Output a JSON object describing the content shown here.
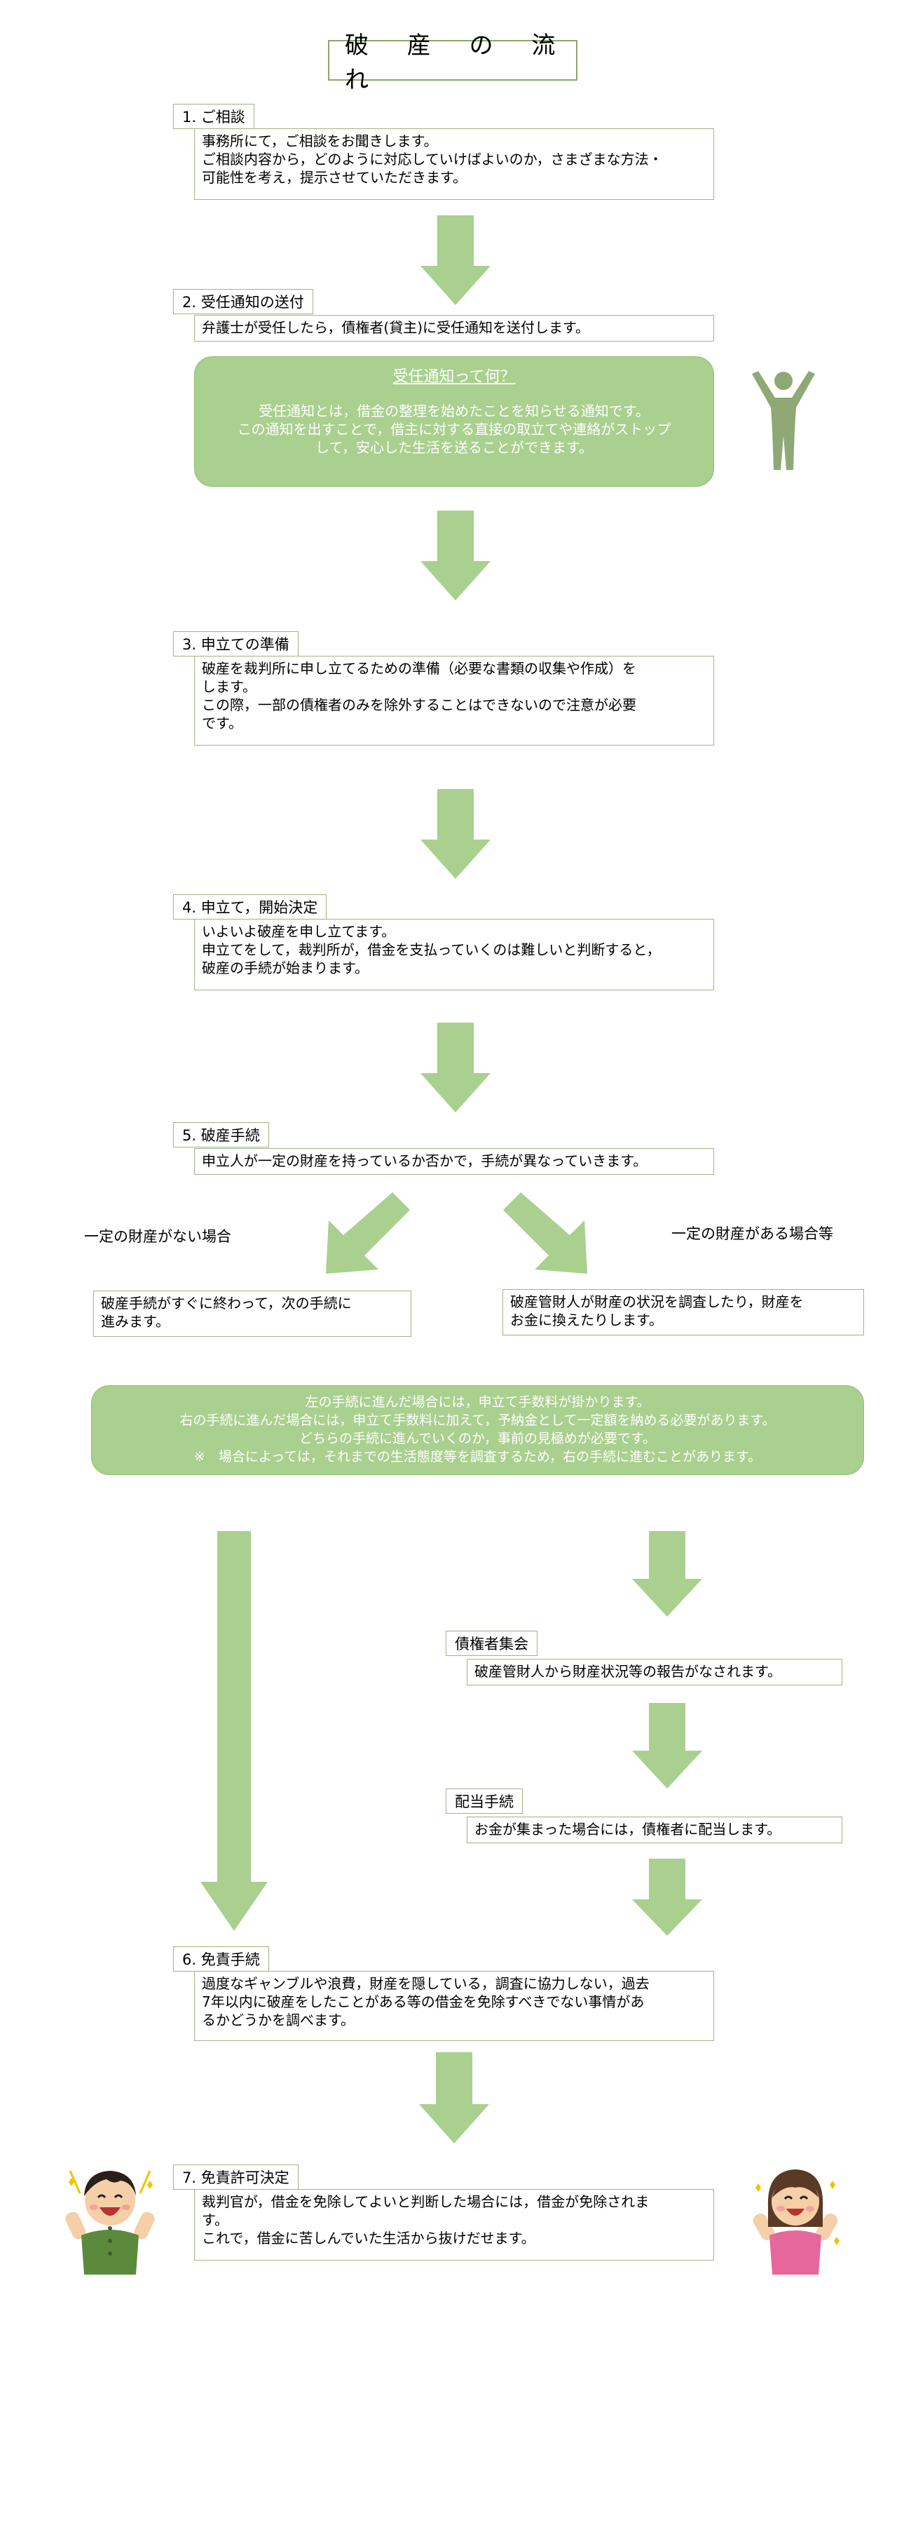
{
  "title": "破 産 の 流 れ",
  "steps": [
    {
      "label": "1. ご相談",
      "lines": [
        "事務所にて，ご相談をお聞きします。",
        "ご相談内容から，どのように対応していけばよいのか，さまざまな方法・",
        "可能性を考え，提示させていただきます。"
      ]
    },
    {
      "label": "2. 受任通知の送付",
      "lines": [
        "弁護士が受任したら，債権者(貸主)に受任通知を送付します。"
      ]
    },
    {
      "label": "3. 申立ての準備",
      "lines": [
        "破産を裁判所に申し立てるための準備（必要な書類の収集や作成）を",
        "します。",
        "この際，一部の債権者のみを除外することはできないので注意が必要",
        "です。"
      ]
    },
    {
      "label": "4. 申立て，開始決定",
      "lines": [
        "いよいよ破産を申し立てます。",
        "申立てをして，裁判所が，借金を支払っていくのは難しいと判断すると，",
        "破産の手続が始まります。"
      ]
    },
    {
      "label": "5. 破産手続",
      "lines": [
        "申立人が一定の財産を持っているか否かで，手続が異なっていきます。"
      ]
    },
    {
      "label": "6. 免責手続",
      "lines": [
        "過度なギャンブルや浪費，財産を隠している，調査に協力しない，過去",
        "7年以内に破産をしたことがある等の借金を免除すべきでない事情があ",
        "るかどうかを調べます。"
      ]
    },
    {
      "label": "7. 免責許可決定",
      "lines": [
        "裁判官が，借金を免除してよいと判断した場合には，借金が免除されま",
        "す。",
        "これで，借金に苦しんでいた生活から抜けだせます。"
      ]
    }
  ],
  "notice": {
    "heading": "受任通知って何？",
    "lines": [
      "受任通知とは，借金の整理を始めたことを知らせる通知です。",
      "この通知を出すことで，借主に対する直接の取立てや連絡がストップ",
      "して，安心した生活を送ることができます。"
    ]
  },
  "branches": {
    "left_label": "一定の財産がない場合",
    "right_label": "一定の財産がある場合等",
    "left_lines": [
      "破産手続がすぐに終わって，次の手続に",
      "進みます。"
    ],
    "right_lines": [
      "破産管財人が財産の状況を調査したり，財産を",
      "お金に換えたりします。"
    ]
  },
  "branch_note": {
    "lines": [
      "左の手続に進んだ場合には，申立て手数料が掛かります。",
      "右の手続に進んだ場合には，申立て手数料に加えて，予納金として一定額を納める必要があります。",
      "どちらの手続に進んでいくのか，事前の見極めが必要です。",
      "※　場合によっては，それまでの生活態度等を調査するため，右の手続に進むことがあります。"
    ]
  },
  "substeps": [
    {
      "label": "債権者集会",
      "lines": [
        "破産管財人から財産状況等の報告がなされます。"
      ]
    },
    {
      "label": "配当手続",
      "lines": [
        "お金が集まった場合には，債権者に配当します。"
      ]
    }
  ],
  "colors": {
    "arrow": "#a9d08e",
    "border": "#9fb482",
    "note_bg": "#a9d08e"
  },
  "icons": [
    "person-raising-arms-icon",
    "happy-boy-icon",
    "happy-girl-icon"
  ]
}
